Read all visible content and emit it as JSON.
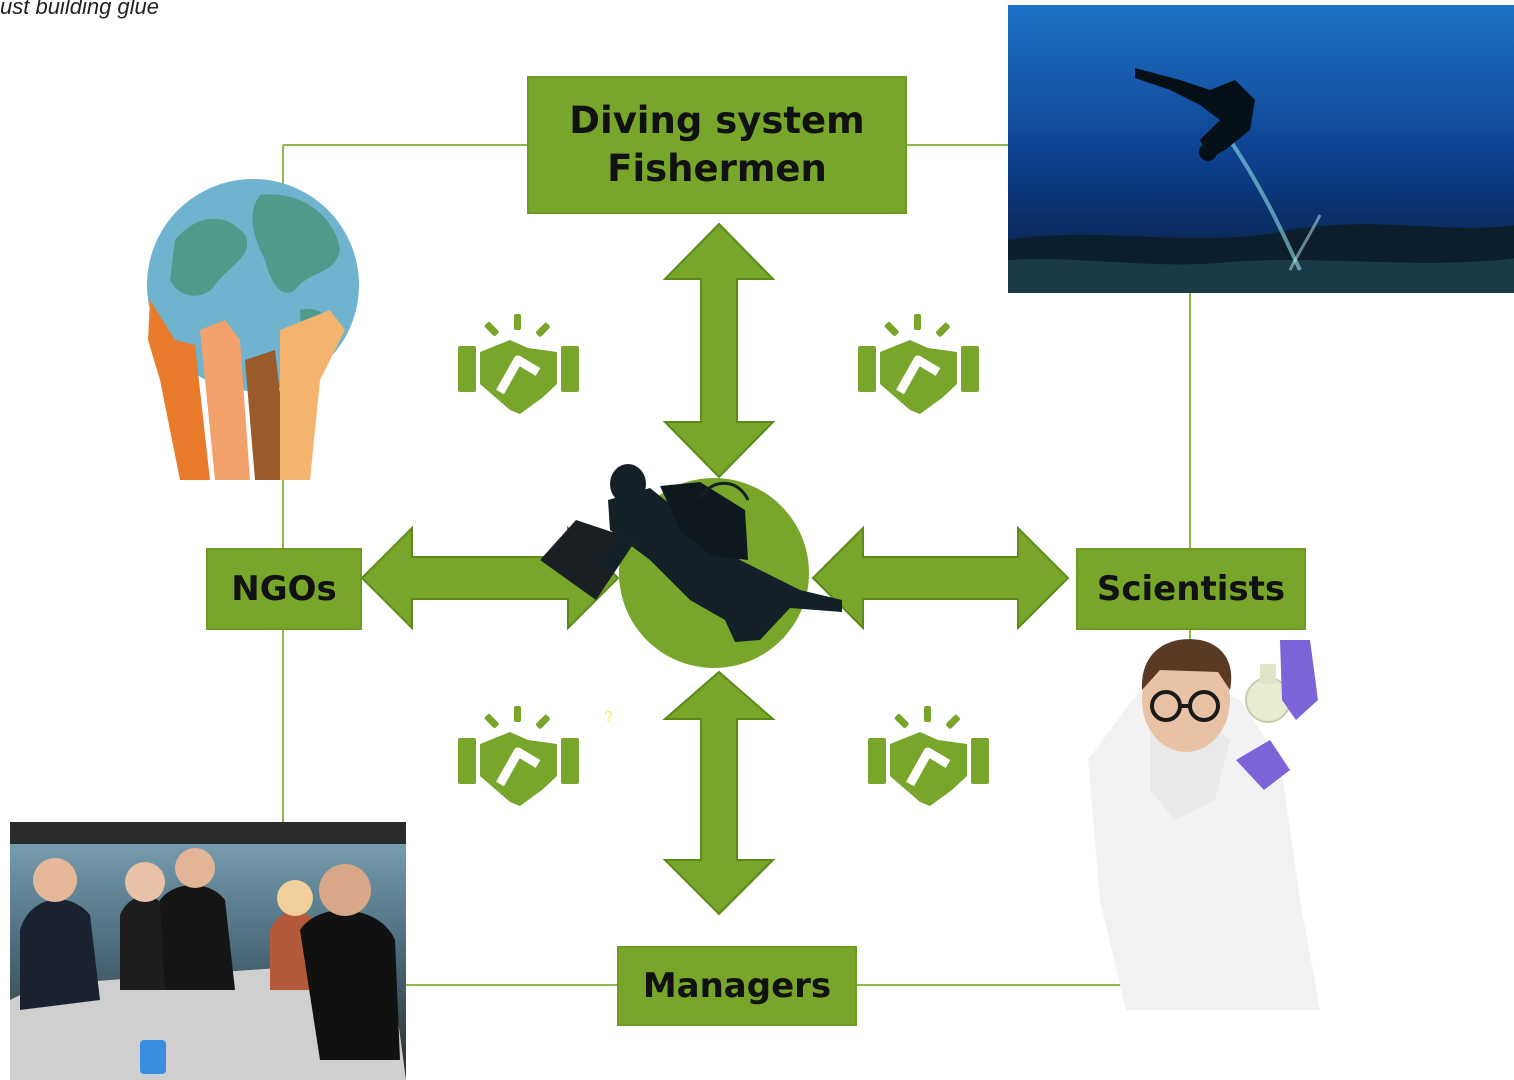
{
  "caption": "ust building glue",
  "nodes": {
    "top": {
      "line1": "Diving system",
      "line2": "Fishermen"
    },
    "left": "NGOs",
    "right": "Scientists",
    "bottom": "Managers"
  },
  "stray_mark": "?",
  "colors": {
    "accent": "#77a62a",
    "connector": "#8db84a",
    "arrow_fill": "#77a62a",
    "arrow_stroke": "#5c8a1a",
    "stray_mark": "#ffe94a"
  },
  "icons": {
    "partnership": "handshake-icon",
    "ngo_image": "globe-in-hands-illustration",
    "diver_photo": "diver-underwater-photo",
    "scientist_photo": "scientist-with-flask-photo",
    "managers_photo": "team-meeting-photo",
    "center": "diver-silhouette-icon"
  }
}
